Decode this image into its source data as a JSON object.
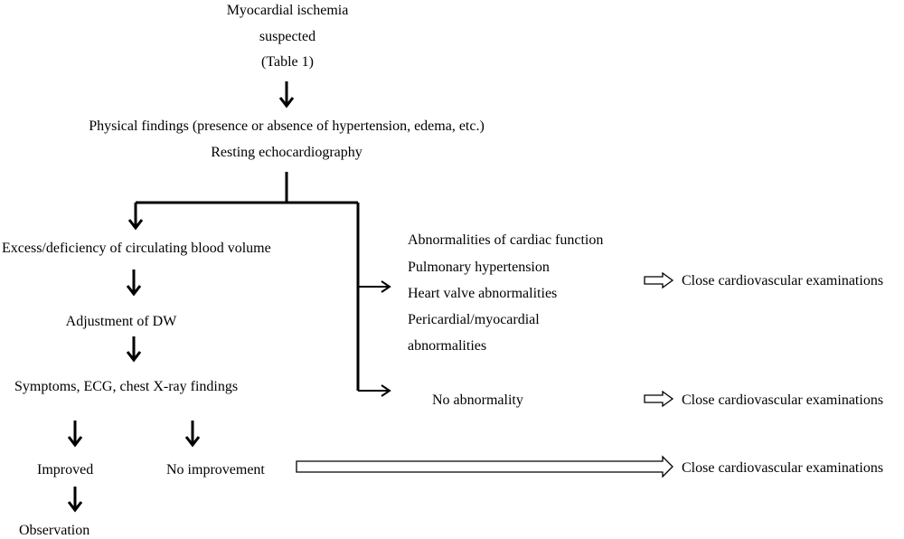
{
  "nodes": {
    "ischemia": {
      "line1": "Myocardial ischemia",
      "line2": "suspected",
      "line3": "(Table 1)"
    },
    "physical": {
      "line1": "Physical findings (presence or absence of hypertension, edema, etc.)",
      "line2": "Resting echocardiography"
    },
    "blood_volume": "Excess/deficiency of circulating blood volume",
    "dw": "Adjustment of DW",
    "symptoms": "Symptoms, ECG, chest X-ray findings",
    "improved": "Improved",
    "no_improvement": "No improvement",
    "observation": "Observation",
    "abnormalities": [
      "Abnormalities of cardiac function",
      "Pulmonary hypertension",
      "Heart valve abnormalities",
      "Pericardial/myocardial",
      "abnormalities"
    ],
    "no_abnormality": "No abnormality",
    "close_exam": "Close cardiovascular examinations"
  },
  "colors": {
    "line": "#000000",
    "open_arrow_fill": "#ffffff",
    "text": "#000000"
  }
}
